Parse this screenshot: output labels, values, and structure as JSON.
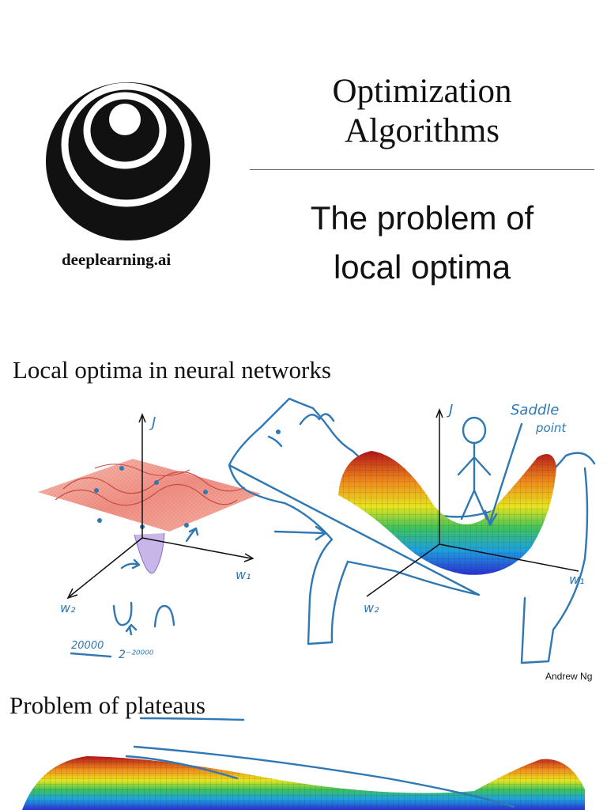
{
  "slide1": {
    "logo_text": "deeplearning.ai",
    "title_line1": "Optimization",
    "title_line2": "Algorithms",
    "subtitle_line1": "The problem of",
    "subtitle_line2": "local optima"
  },
  "slide2": {
    "title": "Local optima in neural networks",
    "footer": "Andrew Ng",
    "annotations": {
      "left_axis_j": "J",
      "left_axis_w1": "w₁",
      "left_axis_w2": "w₂",
      "count": "20000",
      "power": "2⁻²⁰⁰⁰⁰",
      "right_axis_j": "J",
      "right_axis_w1": "w₁",
      "right_axis_w2": "w₂",
      "saddle_line1": "Saddle",
      "saddle_line2": "point"
    }
  },
  "slide3": {
    "title": "Problem of plateaus"
  },
  "colors": {
    "ink": "#2f78b4",
    "logo": "#111111"
  }
}
